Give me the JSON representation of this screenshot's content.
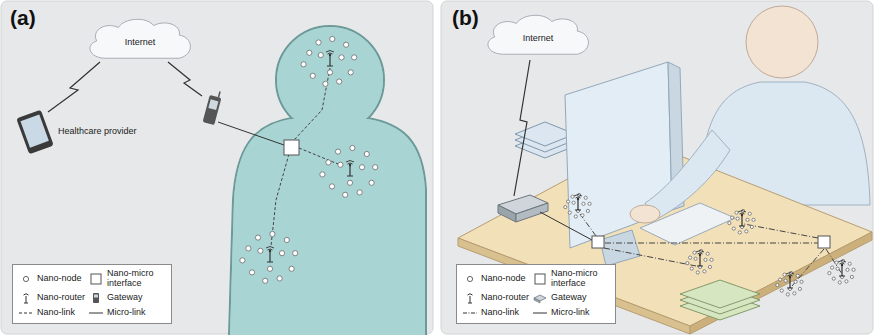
{
  "diagram": {
    "nodes": [
      {
        "text": [
          "Internet"
        ]
      },
      {
        "text": [
          "Internet"
        ]
      }
    ],
    "labels": [
      "(a)",
      "Healthcare provider",
      "(b)"
    ],
    "legend": [
      {
        "text": "Nano-node"
      },
      {
        "text": "Nano-micro interface"
      },
      {
        "text": "Nano-router"
      },
      {
        "text": "Gateway"
      },
      {
        "text": "Nano-link"
      },
      {
        "text": "Micro-link"
      },
      {
        "text": "Nano-node"
      },
      {
        "text": "Nano-micro interface"
      },
      {
        "text": "Nano-router"
      },
      {
        "text": "Gateway"
      },
      {
        "text": "Nano-link"
      },
      {
        "text": "Micro-link"
      }
    ]
  }
}
